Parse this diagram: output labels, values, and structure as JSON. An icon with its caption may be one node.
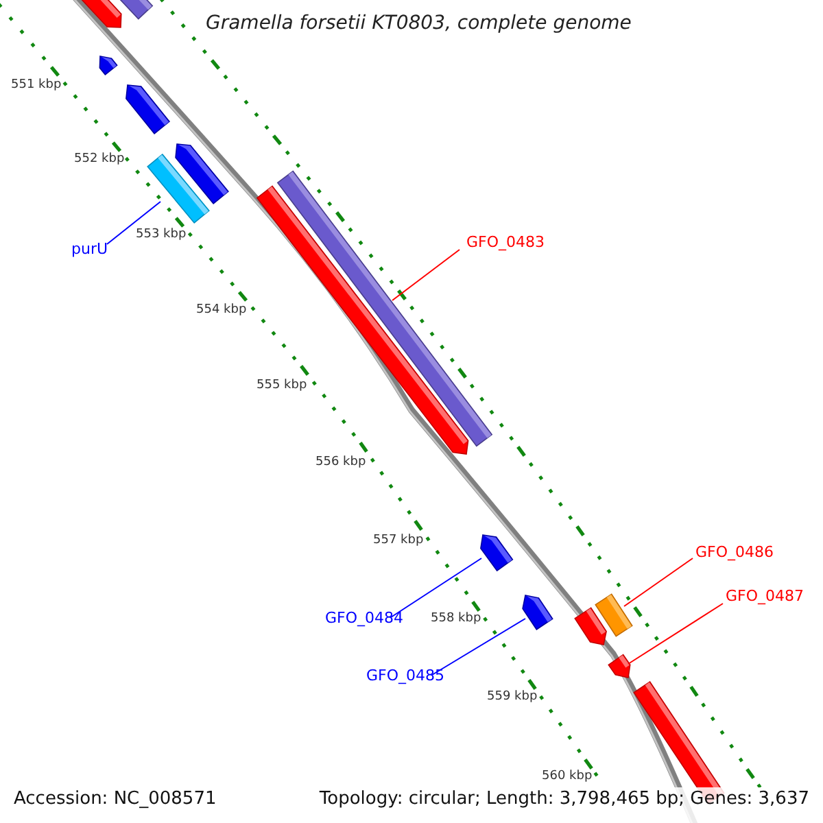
{
  "diagram": {
    "title": "Gramella forsetii KT0803, complete genome",
    "nodes": [
      {
        "text": [
          "purU"
        ]
      },
      {
        "text": [],
        "shape": "bar"
      },
      {
        "text": [
          "GFO_0483"
        ]
      },
      {
        "text": [],
        "shape": "bar"
      },
      {
        "text": [
          "GFO_0484"
        ]
      },
      {
        "text": [],
        "shape": "arrow"
      },
      {
        "text": [
          "GFO_0485"
        ]
      },
      {
        "text": [],
        "shape": "arrow"
      },
      {
        "text": [
          "GFO_0486"
        ]
      },
      {
        "text": [],
        "shape": "bar"
      },
      {
        "text": [
          "GFO_0487"
        ]
      },
      {
        "text": [],
        "shape": "arrow"
      },
      {
        "text": [],
        "shape": "arrow"
      },
      {
        "text": [],
        "shape": "bar"
      },
      {
        "text": [],
        "shape": "arrow"
      },
      {
        "text": [],
        "shape": "arrow"
      },
      {
        "text": [],
        "shape": "arrow"
      },
      {
        "text": [],
        "shape": "arrow"
      },
      {
        "text": [],
        "shape": "arrow"
      },
      {
        "text": [],
        "shape": "bar"
      }
    ],
    "edges": [
      {
        "from": 0,
        "to": 1,
        "arrow": "none",
        "color": "#0000ff"
      },
      {
        "from": 2,
        "to": 3,
        "arrow": "none",
        "color": "#ff0000"
      },
      {
        "from": 4,
        "to": 5,
        "arrow": "none",
        "color": "#0000ff"
      },
      {
        "from": 6,
        "to": 7,
        "arrow": "none",
        "color": "#0000ff"
      },
      {
        "from": 8,
        "to": 9,
        "arrow": "none",
        "color": "#ff0000"
      },
      {
        "from": 10,
        "to": 11,
        "arrow": "none",
        "color": "#ff0000"
      }
    ],
    "labels": [
      "551 kbp",
      "552 kbp",
      "553 kbp",
      "554 kbp",
      "555 kbp",
      "556 kbp",
      "557 kbp",
      "558 kbp",
      "559 kbp",
      "560 kbp",
      "Accession: NC_008571",
      "Topology: circular; Length: 3,798,465 bp; Genes: 3,637"
    ]
  }
}
